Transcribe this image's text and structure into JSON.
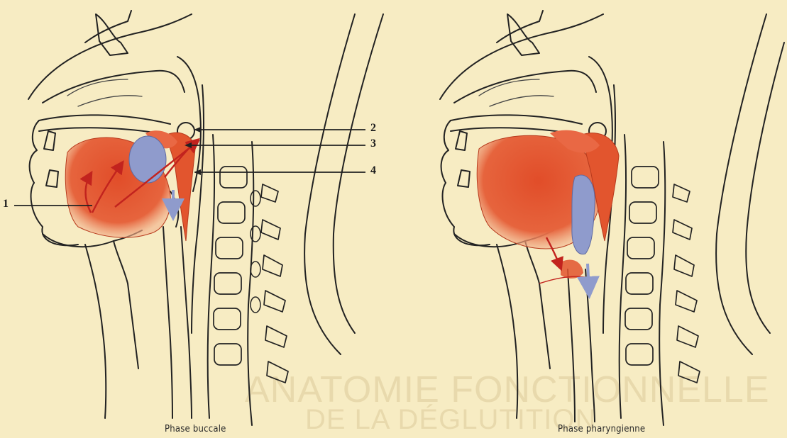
{
  "figure": {
    "panels": [
      {
        "id": "buccal",
        "caption": "Phase buccale",
        "callouts": [
          "1",
          "2",
          "3",
          "4"
        ]
      },
      {
        "id": "pharyngeal",
        "caption": "Phase pharyngienne"
      }
    ],
    "background_text": {
      "line1": "ANATOMIE FONCTIONNELLE",
      "line2": "DE LA DÉGLUTITION"
    }
  },
  "colors": {
    "paper": "#f7ecc3",
    "muscle": "#e2552e",
    "bolus": "#8f9bcc",
    "outline": "#222222",
    "arrow": "#c2231e"
  }
}
